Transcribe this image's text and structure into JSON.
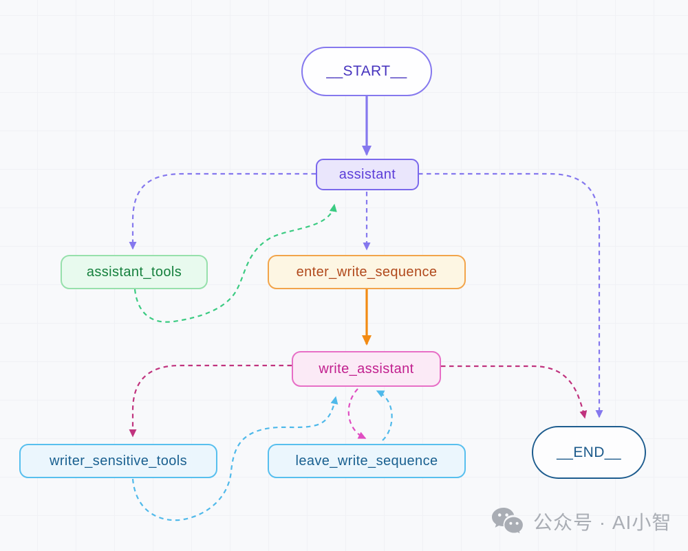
{
  "canvas": {
    "background": "#f8f9fb",
    "grid_color": "#f0f1f5"
  },
  "diagram": {
    "type": "flowchart",
    "nodes": [
      {
        "id": "start",
        "label": "__START__",
        "shape": "stadium",
        "fill": "#fefeff",
        "border": "#8578ee",
        "text_color": "#4633be"
      },
      {
        "id": "assistant",
        "label": "assistant",
        "shape": "rounded",
        "fill": "#eae6fc",
        "border": "#7a68ec",
        "text_color": "#5b3dd8"
      },
      {
        "id": "assistant_tools",
        "label": "assistant_tools",
        "shape": "rounded",
        "fill": "#e8faee",
        "border": "#96e0ab",
        "text_color": "#15803d"
      },
      {
        "id": "enter_write_sequence",
        "label": "enter_write_sequence",
        "shape": "rounded",
        "fill": "#fdf6e3",
        "border": "#f2a44a",
        "text_color": "#b1491c"
      },
      {
        "id": "write_assistant",
        "label": "write_assistant",
        "shape": "rounded",
        "fill": "#fbeaf6",
        "border": "#e76ec6",
        "text_color": "#c11f8e"
      },
      {
        "id": "writer_sensitive_tools",
        "label": "writer_sensitive_tools",
        "shape": "rounded",
        "fill": "#ebf6fd",
        "border": "#57bfee",
        "text_color": "#1a6090"
      },
      {
        "id": "leave_write_sequence",
        "label": "leave_write_sequence",
        "shape": "rounded",
        "fill": "#ebf6fd",
        "border": "#57bfee",
        "text_color": "#1a6090"
      },
      {
        "id": "end",
        "label": "__END__",
        "shape": "stadium",
        "fill": "#fdfdfe",
        "border": "#1d5c8e",
        "text_color": "#1c5a8b"
      }
    ],
    "edges": [
      {
        "from": "__START__",
        "to": "assistant",
        "style": "solid",
        "color": "#8578ee"
      },
      {
        "from": "assistant",
        "to": "enter_write_sequence",
        "style": "dashed",
        "color": "#8578ee"
      },
      {
        "from": "assistant",
        "to": "assistant_tools",
        "style": "dashed",
        "color": "#8578ee"
      },
      {
        "from": "assistant_tools",
        "to": "assistant",
        "style": "dashed",
        "color": "#3bcb82"
      },
      {
        "from": "assistant",
        "to": "__END__",
        "style": "dashed",
        "color": "#8578ee"
      },
      {
        "from": "enter_write_sequence",
        "to": "write_assistant",
        "style": "solid",
        "color": "#f28b13"
      },
      {
        "from": "write_assistant",
        "to": "writer_sensitive_tools",
        "style": "dashed",
        "color": "#c0337e"
      },
      {
        "from": "writer_sensitive_tools",
        "to": "write_assistant",
        "style": "dashed",
        "color": "#4fb9ea"
      },
      {
        "from": "write_assistant",
        "to": "leave_write_sequence",
        "style": "dashed",
        "color": "#e04ec2"
      },
      {
        "from": "leave_write_sequence",
        "to": "write_assistant",
        "style": "dashed",
        "color": "#4fb9ea"
      },
      {
        "from": "write_assistant",
        "to": "__END__",
        "style": "dashed",
        "color": "#c0337e"
      }
    ]
  },
  "watermark": {
    "icon": "wechat-icon",
    "text": "公众号 · AI小智",
    "color": "#a9adb4"
  }
}
